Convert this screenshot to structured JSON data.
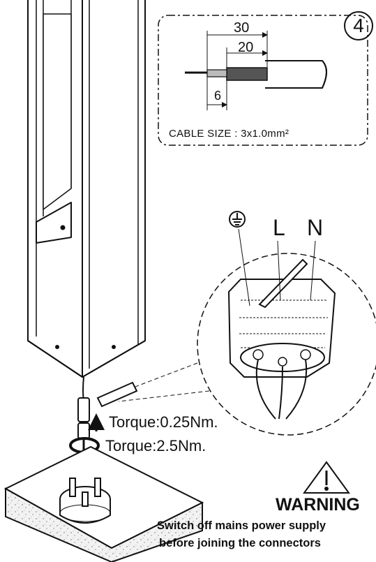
{
  "step_number": "4",
  "cable_strip": {
    "dim_outer": "30",
    "dim_inner": "20",
    "dim_end": "6",
    "cable_size_text": "CABLE SIZE : 3x1.0mm²"
  },
  "terminals": {
    "earth_icon": "earth-ground-icon",
    "live": "L",
    "neutral": "N"
  },
  "torque": {
    "connector": "Torque:0.25Nm.",
    "base_nut": "Torque:2.5Nm."
  },
  "warning": {
    "title": "WARNING",
    "line1": "Switch off mains power supply",
    "line2": "before joining the connectors",
    "icon": "warning-triangle-icon"
  }
}
